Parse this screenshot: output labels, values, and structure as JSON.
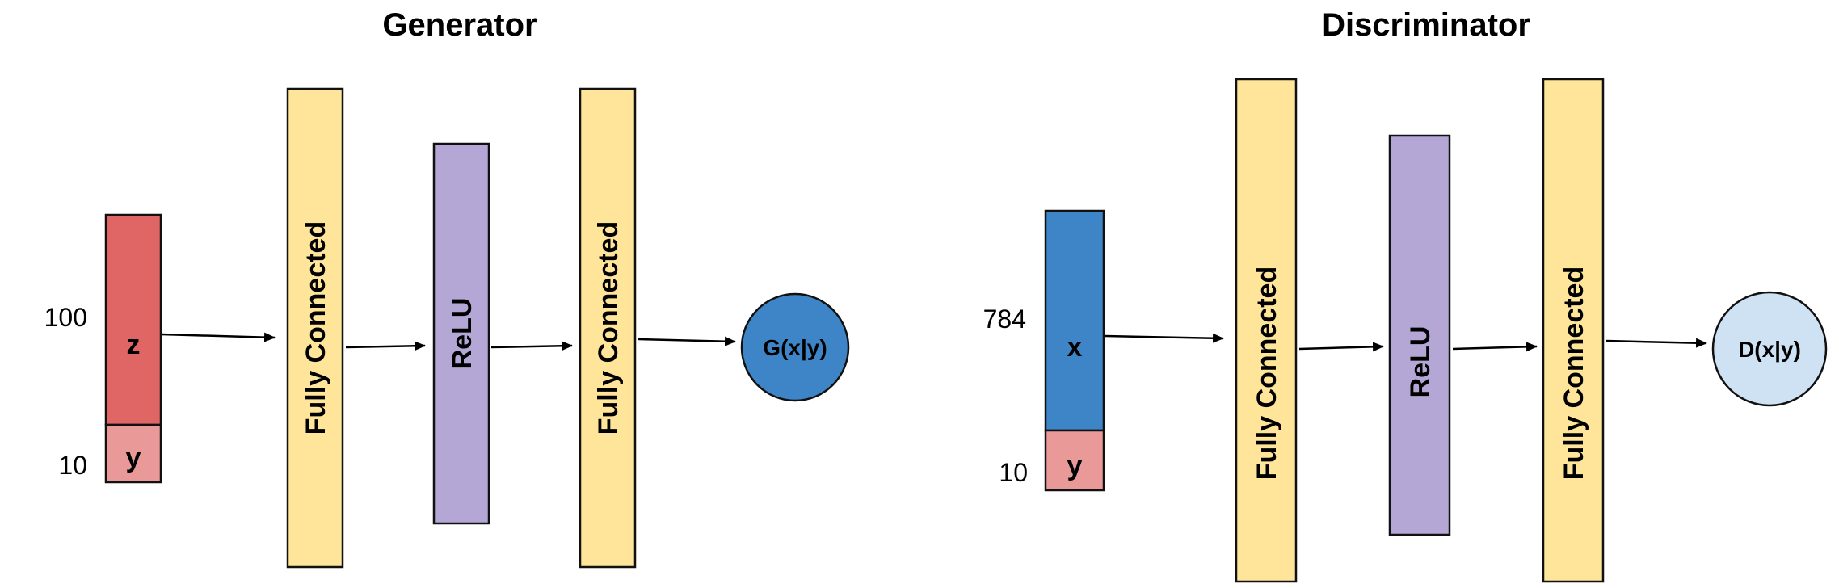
{
  "generator": {
    "title": "Generator",
    "input_z_label": "z",
    "input_z_dim": "100",
    "input_y_label": "y",
    "input_y_dim": "10",
    "layer1": "Fully Connected",
    "layer2": "ReLU",
    "layer3": "Fully Connected",
    "output": "G(x|y)"
  },
  "discriminator": {
    "title": "Discriminator",
    "input_x_label": "x",
    "input_x_dim": "784",
    "input_y_label": "y",
    "input_y_dim": "10",
    "layer1": "Fully Connected",
    "layer2": "ReLU",
    "layer3": "Fully Connected",
    "output": "D(x|y)"
  },
  "colors": {
    "z_block": "#e06666",
    "y_block": "#ea9999",
    "x_block": "#3d85c6",
    "fully_connected": "#ffe599",
    "relu": "#b4a7d6",
    "generator_output": "#3d85c6",
    "discriminator_output": "#cfe2f3"
  }
}
